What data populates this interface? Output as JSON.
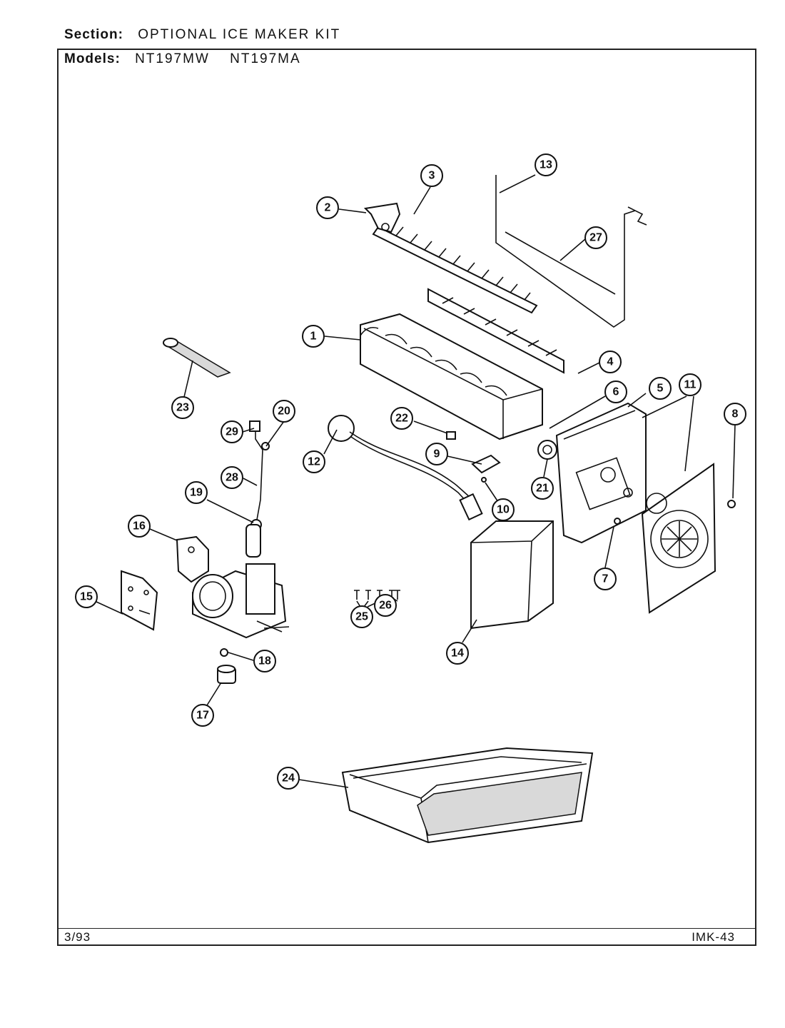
{
  "header": {
    "section_label": "Section:",
    "section_value": "OPTIONAL ICE MAKER KIT",
    "models_label": "Models:",
    "model_1": "NT197MW",
    "model_2": "NT197MA"
  },
  "footer": {
    "date": "3/93",
    "code": "IMK-43"
  },
  "callouts": [
    "1",
    "2",
    "3",
    "4",
    "5",
    "6",
    "7",
    "8",
    "9",
    "10",
    "11",
    "12",
    "13",
    "14",
    "15",
    "16",
    "17",
    "18",
    "19",
    "20",
    "21",
    "22",
    "23",
    "24",
    "25",
    "26",
    "27",
    "28",
    "29"
  ]
}
